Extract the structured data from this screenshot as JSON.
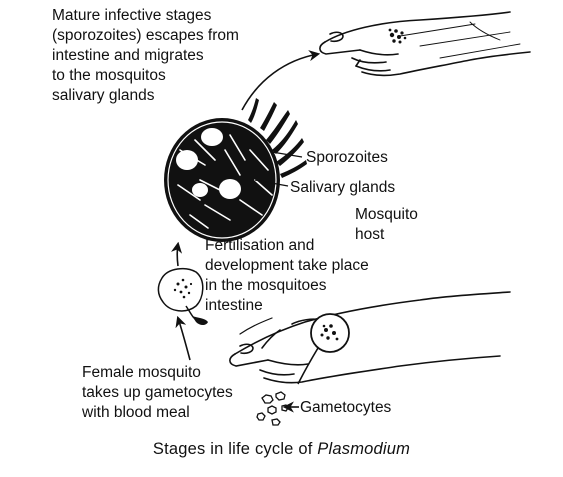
{
  "labels": {
    "mature": "Mature infective stages\n(sporozoites) escapes from\nintestine and migrates\nto the mosquitos\nsalivary glands",
    "sporozoites": "Sporozoites",
    "salivary": "Salivary  glands",
    "mosquito_host": "Mosquito\nhost",
    "fertilisation": "Fertilisation and\ndevelopment take place\nin the mosquitoes\nintestine",
    "female": "Female mosquito\ntakes up gametocytes\nwith blood meal",
    "gametocytes": "Gametocytes"
  },
  "caption": {
    "prefix": "Stages in life cycle of ",
    "italic": "Plasmodium"
  }
}
